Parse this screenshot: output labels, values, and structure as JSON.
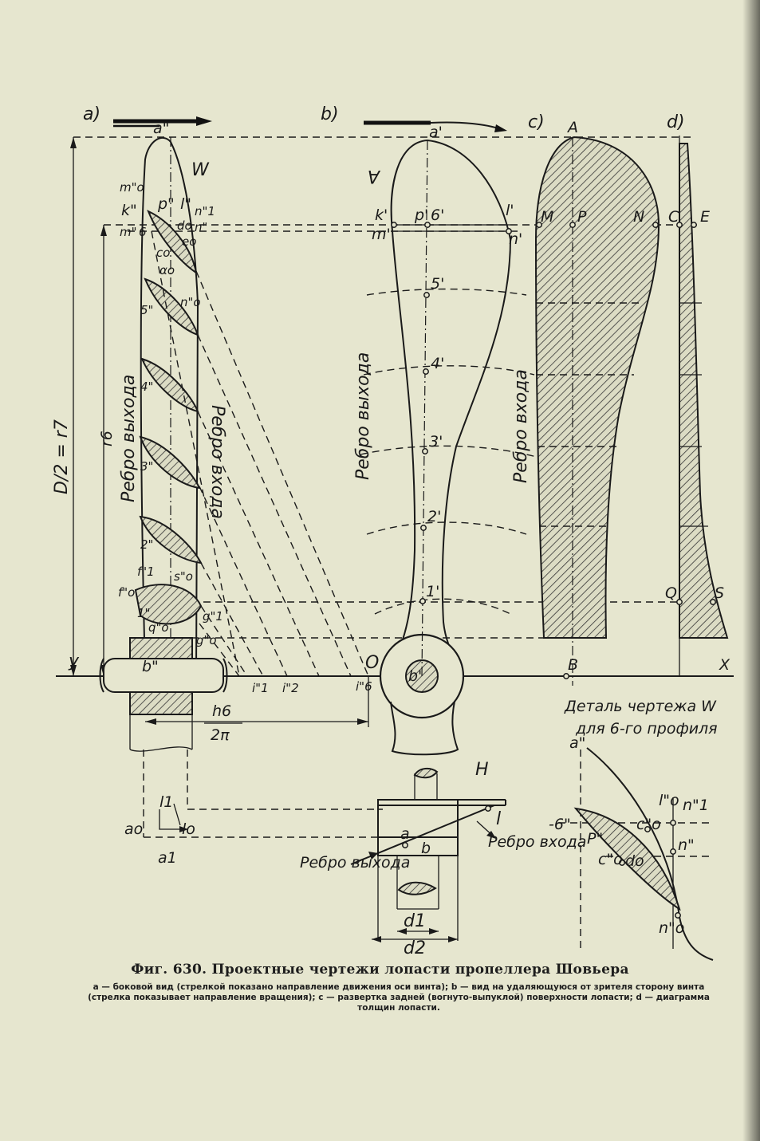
{
  "caption": {
    "title": "Фиг. 630. Проектные чертежи лопасти пропеллера Шовьера",
    "description": "a — боковой вид (стрелкой показано направление движения оси винта); b — вид на удаляющуюся от зрителя сторону винта (стрелка показывает направление вращения); c — развертка задней (вогнуто-выпуклой) поверхности лопасти; d — диаграмма толщин лопасти."
  },
  "views": {
    "a": "a)",
    "b": "b)",
    "c": "c)",
    "d": "d)"
  },
  "labels": {
    "W": "W",
    "A_curl": "A",
    "a2": "a\"",
    "a1": "a'",
    "A": "A",
    "m0": "m\"o",
    "k2": "k\"",
    "m2": "m\"",
    "six2": "6",
    "p2": "p\"",
    "l2": "l\"",
    "n1_2": "n\"1",
    "d0": "do",
    "n2": "n\"",
    "e0": "eo",
    "c0": "co",
    "alpha0": "αo",
    "five2": "5\"",
    "n0": "n\"o",
    "four2": "4\"",
    "three2": "3\"",
    "two2": "2\"",
    "f1": "f\"1",
    "s0": "s\"o",
    "f0": "f\"o",
    "one2": "1\"",
    "q0": "q\"o",
    "g1": "g\"1",
    "g0": "g\"o",
    "b2": "b\"",
    "Y": "y",
    "i1": "i\"1",
    "i2": "i\"2",
    "i6": "i\"6",
    "O": "O",
    "b1": "b'",
    "k1": "k'",
    "p1": "p'",
    "six1": "6'",
    "l1": "l'",
    "m1": "m'",
    "n1": "n'",
    "five1": "5'",
    "four1": "4'",
    "three1": "3'",
    "two1": "2'",
    "one1": "1'",
    "M": "M",
    "P": "P",
    "N": "N",
    "C": "C",
    "E": "E",
    "Q": "Q",
    "S": "S",
    "B": "B",
    "X": "X",
    "H": "H",
    "l_small": "l",
    "a_small": "a",
    "b_small": "b",
    "d1": "d1",
    "d2": "d2",
    "l_1": "l1",
    "l_o": "lo",
    "a_o": "ao",
    "a_1": "a1",
    "r_eq": "D/2 = r7",
    "r6": "r6",
    "h6": "h6",
    "twopi": "2π",
    "edge_out": "Ребро выхода",
    "edge_in": "Ребро входа",
    "edge_in_h": "Ребро входа",
    "edge_out_h": "Ребро выхода",
    "detail_title": "Деталь чертежа W",
    "detail_sub": "для 6-го профиля",
    "d_a2": "a\"",
    "d_6": "-6\"",
    "d_p": "P\"",
    "d_c": "c\"o",
    "d_l": "l\"o",
    "d_n1": "n\"1",
    "d_n": "n\"",
    "d_co": "c\"o",
    "d_do": "do",
    "d_n0": "n\"o"
  }
}
